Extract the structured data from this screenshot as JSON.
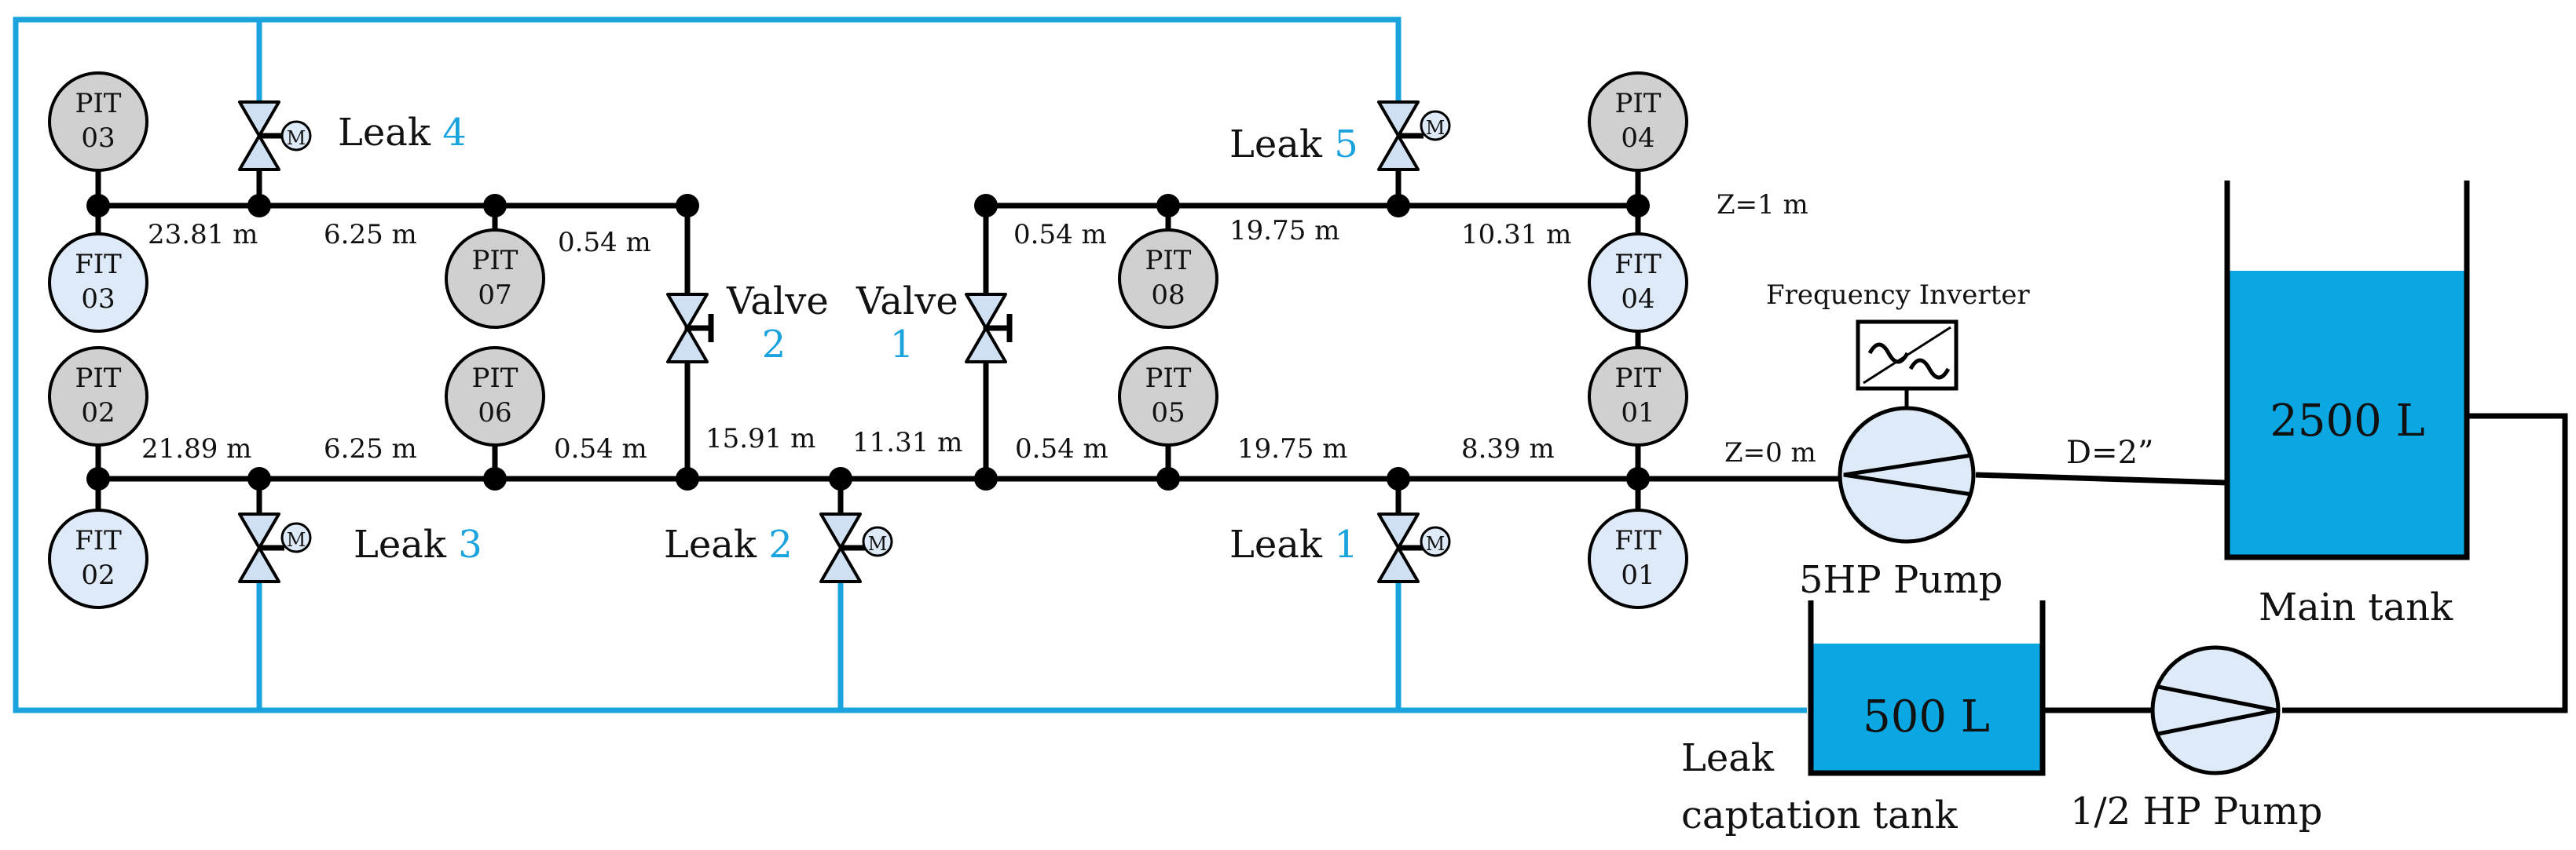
{
  "colors": {
    "pipe": "#000000",
    "drain": "#1aa3dd",
    "water": "#0aa7e2",
    "pit": "#d0d0d0",
    "fit": "#deeaf7",
    "accent_number": "#1aa3dd"
  },
  "pit": {
    "p01": [
      "PIT",
      "01"
    ],
    "p02": [
      "PIT",
      "02"
    ],
    "p03": [
      "PIT",
      "03"
    ],
    "p04": [
      "PIT",
      "04"
    ],
    "p05": [
      "PIT",
      "05"
    ],
    "p06": [
      "PIT",
      "06"
    ],
    "p07": [
      "PIT",
      "07"
    ],
    "p08": [
      "PIT",
      "08"
    ]
  },
  "fit": {
    "f01": [
      "FIT",
      "01"
    ],
    "f02": [
      "FIT",
      "02"
    ],
    "f03": [
      "FIT",
      "03"
    ],
    "f04": [
      "FIT",
      "04"
    ]
  },
  "leaks": {
    "word": "Leak",
    "n1": "1",
    "n2": "2",
    "n3": "3",
    "n4": "4",
    "n5": "5"
  },
  "valves": {
    "word": "Valve",
    "n1": "1",
    "n2": "2"
  },
  "motor_mark": "M",
  "lengths": {
    "top_left_a": "23.81 m",
    "top_left_b": "6.25 m",
    "top_left_c": "0.54 m",
    "top_right_a": "0.54 m",
    "top_right_b": "19.75 m",
    "top_right_c": "10.31 m",
    "bot_left_a": "21.89 m",
    "bot_left_b": "6.25 m",
    "bot_left_c": "0.54 m",
    "bot_mid_a": "15.91 m",
    "bot_mid_b": "11.31 m",
    "bot_right_a": "0.54 m",
    "bot_right_b": "19.75 m",
    "bot_right_c": "8.39 m"
  },
  "elevations": {
    "top": "Z=1 m",
    "bottom": "Z=0 m"
  },
  "pipe_diameter": "D=2”",
  "frequency_inverter": "Frequency Inverter",
  "pumps": {
    "main": "5HP Pump",
    "small": "1/2 HP Pump"
  },
  "tanks": {
    "main_volume": "2500 L",
    "main_label": "Main tank",
    "leak_volume": "500 L",
    "leak_label_1": "Leak",
    "leak_label_2": "captation tank"
  }
}
